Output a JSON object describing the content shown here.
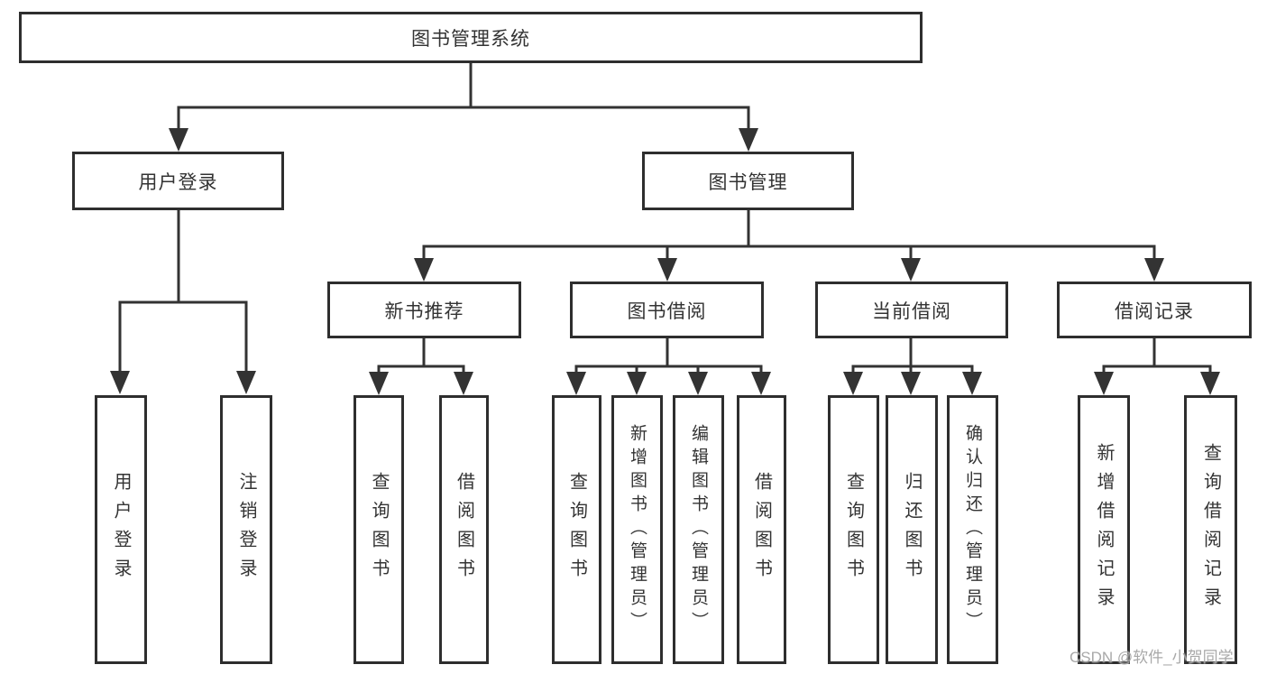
{
  "diagram": {
    "title": "图书管理系统",
    "level1": [
      {
        "label": "用户登录"
      },
      {
        "label": "图书管理"
      }
    ],
    "level2": [
      {
        "label": "新书推荐"
      },
      {
        "label": "图书借阅"
      },
      {
        "label": "当前借阅"
      },
      {
        "label": "借阅记录"
      }
    ],
    "leaves": [
      {
        "label": "用户登录"
      },
      {
        "label": "注销登录"
      },
      {
        "label": "查询图书"
      },
      {
        "label": "借阅图书"
      },
      {
        "label": "查询图书"
      },
      {
        "label": "新增图书（管理员）"
      },
      {
        "label": "编辑图书（管理员）"
      },
      {
        "label": "借阅图书"
      },
      {
        "label": "查询图书"
      },
      {
        "label": "归还图书"
      },
      {
        "label": "确认归还（管理员）"
      },
      {
        "label": "新增借阅记录"
      },
      {
        "label": "查询借阅记录"
      }
    ]
  },
  "watermark": "CSDN @软件_小贺同学",
  "colors": {
    "border": "#2e2e2e",
    "line": "#333333",
    "text": "#333333",
    "watermark": "#a3a3a3",
    "background": "#ffffff"
  }
}
